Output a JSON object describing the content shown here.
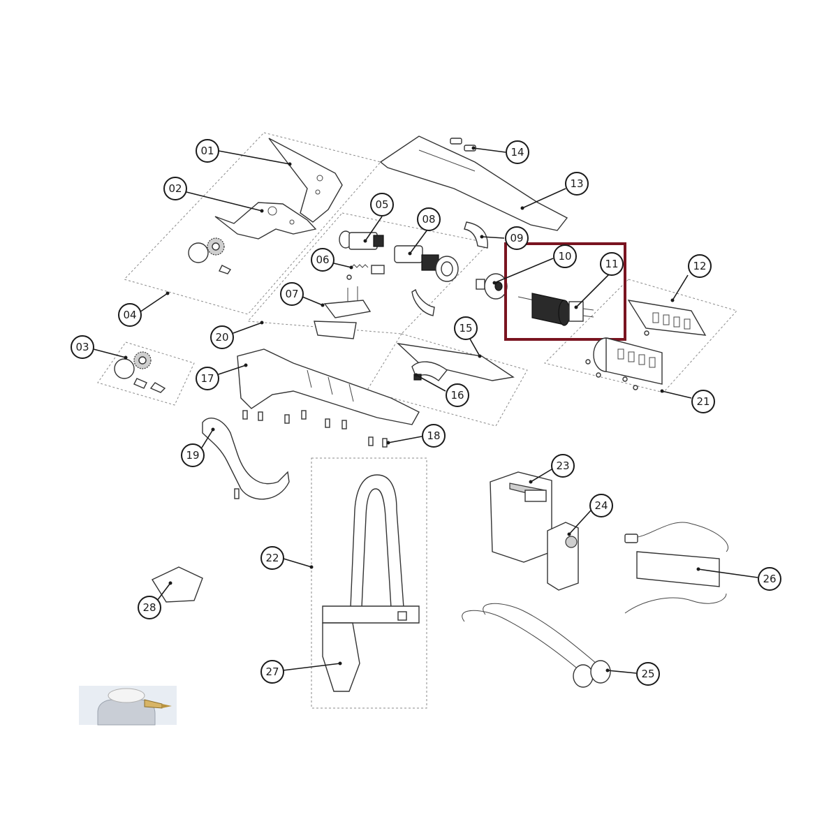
{
  "diagram": {
    "callouts": [
      {
        "id": "01",
        "label": "01"
      },
      {
        "id": "02",
        "label": "02"
      },
      {
        "id": "03",
        "label": "03"
      },
      {
        "id": "04",
        "label": "04"
      },
      {
        "id": "05",
        "label": "05"
      },
      {
        "id": "06",
        "label": "06"
      },
      {
        "id": "07",
        "label": "07"
      },
      {
        "id": "08",
        "label": "08"
      },
      {
        "id": "09",
        "label": "09"
      },
      {
        "id": "10",
        "label": "10"
      },
      {
        "id": "11",
        "label": "11"
      },
      {
        "id": "12",
        "label": "12"
      },
      {
        "id": "13",
        "label": "13"
      },
      {
        "id": "14",
        "label": "14"
      },
      {
        "id": "15",
        "label": "15"
      },
      {
        "id": "16",
        "label": "16"
      },
      {
        "id": "17",
        "label": "17"
      },
      {
        "id": "18",
        "label": "18"
      },
      {
        "id": "19",
        "label": "19"
      },
      {
        "id": "20",
        "label": "20"
      },
      {
        "id": "21",
        "label": "21"
      },
      {
        "id": "22",
        "label": "22"
      },
      {
        "id": "23",
        "label": "23"
      },
      {
        "id": "24",
        "label": "24"
      },
      {
        "id": "25",
        "label": "25"
      },
      {
        "id": "26",
        "label": "26"
      },
      {
        "id": "27",
        "label": "27"
      },
      {
        "id": "28",
        "label": "28"
      }
    ],
    "highlight_color": "#7a1420",
    "line_color": "#1a1a1a"
  }
}
